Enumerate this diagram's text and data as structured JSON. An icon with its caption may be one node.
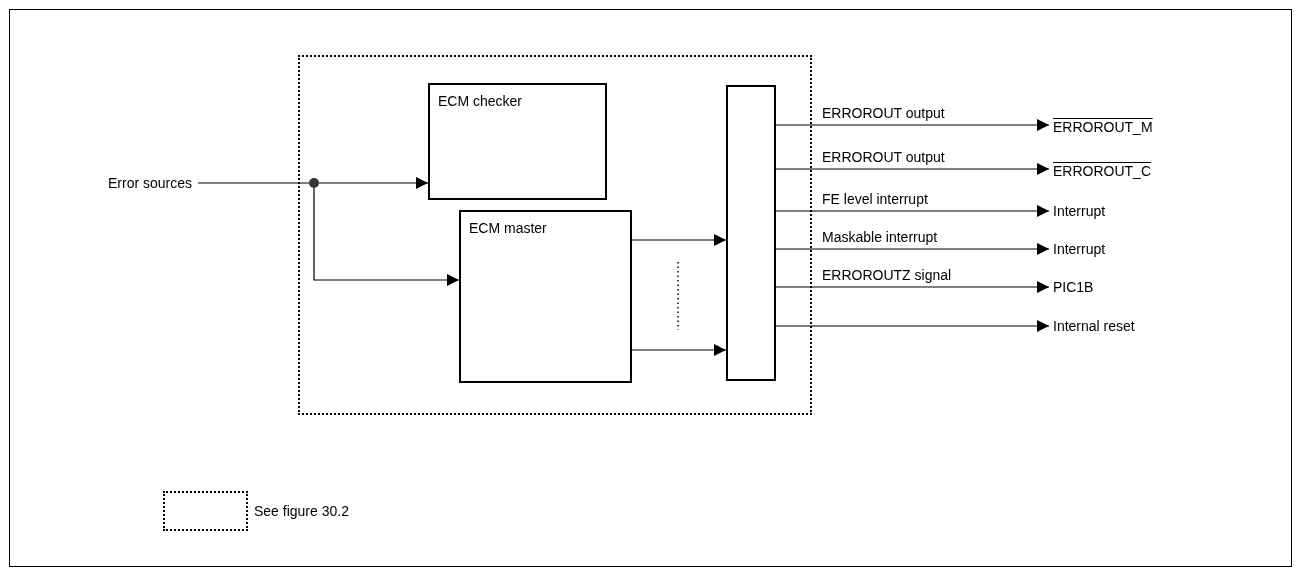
{
  "diagram": {
    "nodes": [
      {
        "text": [],
        "shape": "box"
      },
      {
        "text": [
          "Error sources"
        ]
      },
      {
        "text": [],
        "shape": "circle",
        "in": 0
      },
      {
        "text": [
          "ECM checker"
        ],
        "in": 0
      },
      {
        "text": [
          "ECM master"
        ],
        "in": 0
      },
      {
        "text": [],
        "shape": "box",
        "in": 0
      },
      {
        "text": [
          "ERROROUT_M"
        ]
      },
      {
        "text": [
          "ERROROUT_C"
        ]
      },
      {
        "text": [
          "Interrupt"
        ]
      },
      {
        "text": [
          "Interrupt"
        ]
      },
      {
        "text": [
          "PIC1B"
        ]
      },
      {
        "text": [
          "Internal reset"
        ]
      }
    ],
    "edges": [
      {
        "from": 1,
        "to": 2,
        "arrow": "none"
      },
      {
        "from": 2,
        "to": 3,
        "arrow": "to"
      },
      {
        "from": 2,
        "to": 4,
        "arrow": "to"
      },
      {
        "from": 4,
        "to": 5,
        "arrow": "to"
      },
      {
        "from": 4,
        "to": 5,
        "arrow": "to"
      },
      {
        "from": 5,
        "to": 6,
        "arrow": "to",
        "label": "ERROROUT output"
      },
      {
        "from": 5,
        "to": 7,
        "arrow": "to",
        "label": "ERROROUT output"
      },
      {
        "from": 5,
        "to": 8,
        "arrow": "to",
        "label": "FE level interrupt"
      },
      {
        "from": 5,
        "to": 9,
        "arrow": "to",
        "label": "Maskable interrupt"
      },
      {
        "from": 5,
        "to": 10,
        "arrow": "to",
        "label": "ERROROUTZ signal"
      },
      {
        "from": 5,
        "to": 11,
        "arrow": "to"
      }
    ],
    "legend": [
      {
        "text": "See figure 30.2"
      }
    ]
  }
}
